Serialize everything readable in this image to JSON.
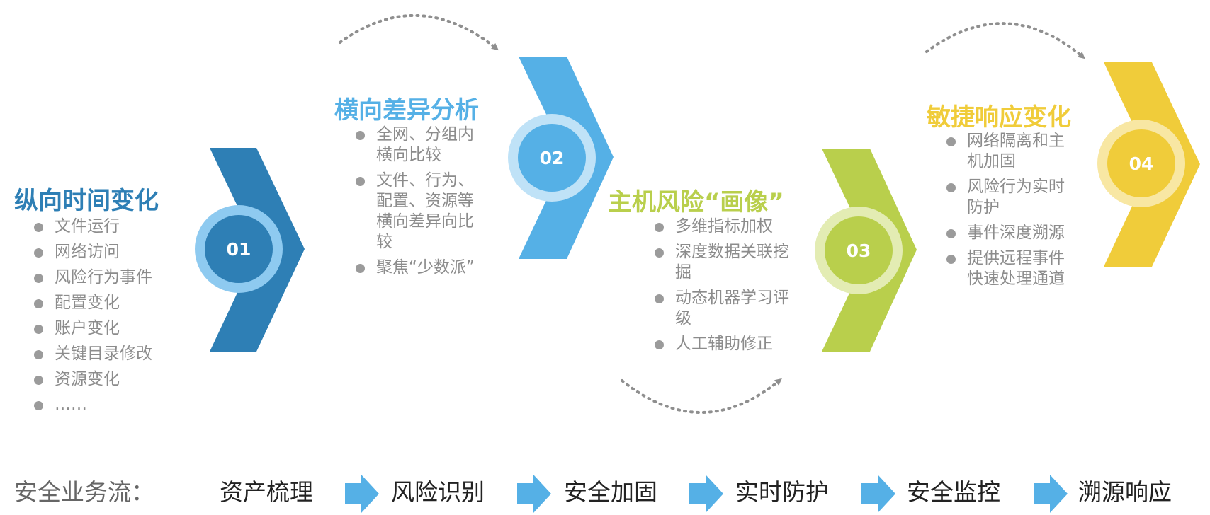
{
  "colors": {
    "step1": "#2e7fb5",
    "step1_ring": "#8ecaf0",
    "step2": "#55b0e6",
    "step2_ring": "#bfe2f7",
    "step3": "#b9cf4c",
    "step3_ring": "#e3ecb3",
    "step4": "#f0cc3a",
    "step4_ring": "#f8e7a3",
    "flow_arrow": "#55b0e6",
    "dotted_arc": "#8f8f8f"
  },
  "steps": [
    {
      "number": "01",
      "title": "纵向时间变化",
      "title_color": "#2e7fb5",
      "bullets": [
        "文件运行",
        "网络访问",
        "风险行为事件",
        "配置变化",
        "账户变化",
        "关键目录修改",
        "资源变化",
        "……"
      ]
    },
    {
      "number": "02",
      "title": "横向差异分析",
      "title_color": "#55b0e6",
      "bullets": [
        "全网、分组内横向比较",
        "文件、行为、配置、资源等横向差异向比较",
        "聚焦“少数派”"
      ]
    },
    {
      "number": "03",
      "title": "主机风险“画像”",
      "title_color": "#b9cf4c",
      "bullets": [
        "多维指标加权",
        "深度数据关联挖掘",
        "动态机器学习评级",
        "人工辅助修正"
      ]
    },
    {
      "number": "04",
      "title": "敏捷响应变化",
      "title_color": "#f0cc3a",
      "bullets": [
        "网络隔离和主机加固",
        "风险行为实时防护",
        "事件深度溯源",
        "提供远程事件快速处理通道"
      ]
    }
  ],
  "flow": {
    "label": "安全业务流：",
    "items": [
      "资产梳理",
      "风险识别",
      "安全加固",
      "实时防护",
      "安全监控",
      "溯源响应"
    ]
  }
}
